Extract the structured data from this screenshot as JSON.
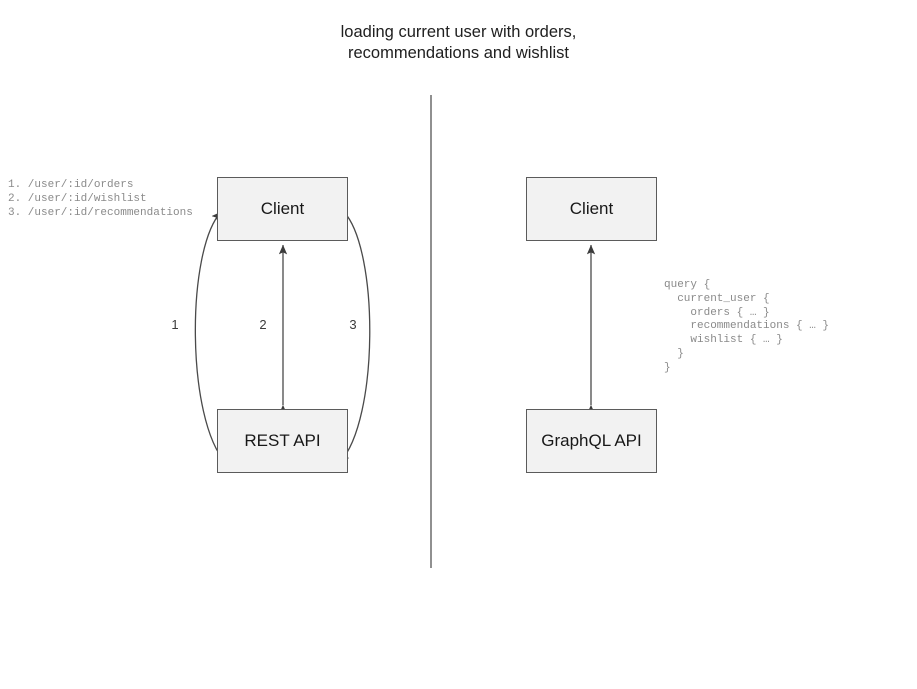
{
  "diagram": {
    "title": "loading current user with orders,\nrecommendations and wishlist",
    "divider": {
      "name": "vertical-divider",
      "color": "#6b6b6b"
    },
    "colors": {
      "node_fill": "#f2f2f2",
      "node_border": "#5b5b5b",
      "edge_stroke": "#4a4a4a",
      "code_text": "#8a8a8a",
      "title_text": "#202020"
    },
    "left_panel": {
      "name": "rest-panel",
      "client_label": "Client",
      "api_label": "REST API",
      "endpoints": "1. /user/:id/orders\n2. /user/:id/wishlist\n3. /user/:id/recommendations",
      "edge_labels": [
        "1",
        "2",
        "3"
      ]
    },
    "right_panel": {
      "name": "graphql-panel",
      "client_label": "Client",
      "api_label": "GraphQL API",
      "query": "query {\n  current_user {\n    orders { … }\n    recommendations { … }\n    wishlist { … }\n  }\n}"
    }
  }
}
